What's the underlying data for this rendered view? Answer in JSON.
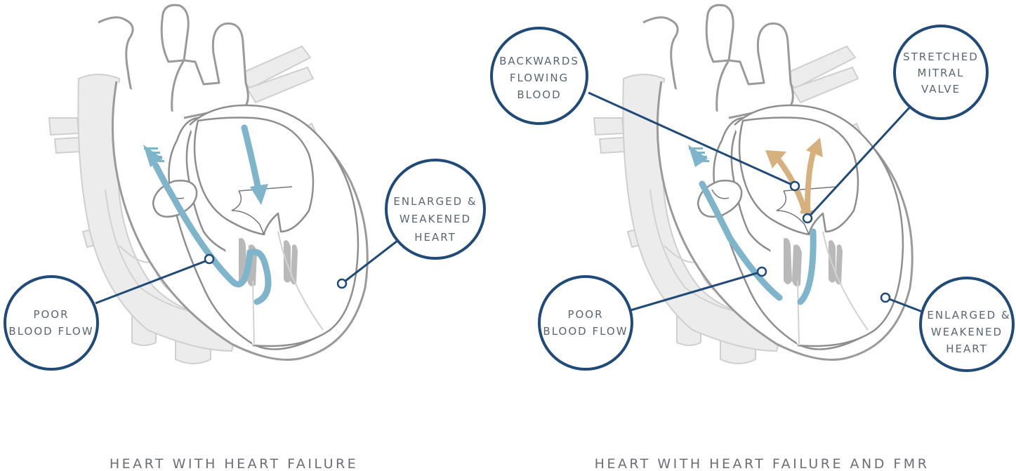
{
  "panels": [
    {
      "caption": "HEART WITH HEART FAILURE",
      "callouts": {
        "poor_flow": [
          "POOR",
          "BLOOD FLOW"
        ],
        "enlarged": [
          "ENLARGED &",
          "WEAKENED",
          "HEART"
        ]
      }
    },
    {
      "caption": "HEART WITH HEART FAILURE AND FMR",
      "callouts": {
        "backwards": [
          "BACKWARDS",
          "FLOWING",
          "BLOOD"
        ],
        "stretched": [
          "STRETCHED",
          "MITRAL",
          "VALVE"
        ],
        "poor_flow": [
          "POOR",
          "BLOOD FLOW"
        ],
        "enlarged": [
          "ENLARGED &",
          "WEAKENED",
          "HEART"
        ]
      }
    }
  ],
  "colors": {
    "callout_ring": "#204a78",
    "forward_flow": "#7eb5cb",
    "backward_flow": "#d6b07d",
    "outline": "#9a9a9a"
  }
}
